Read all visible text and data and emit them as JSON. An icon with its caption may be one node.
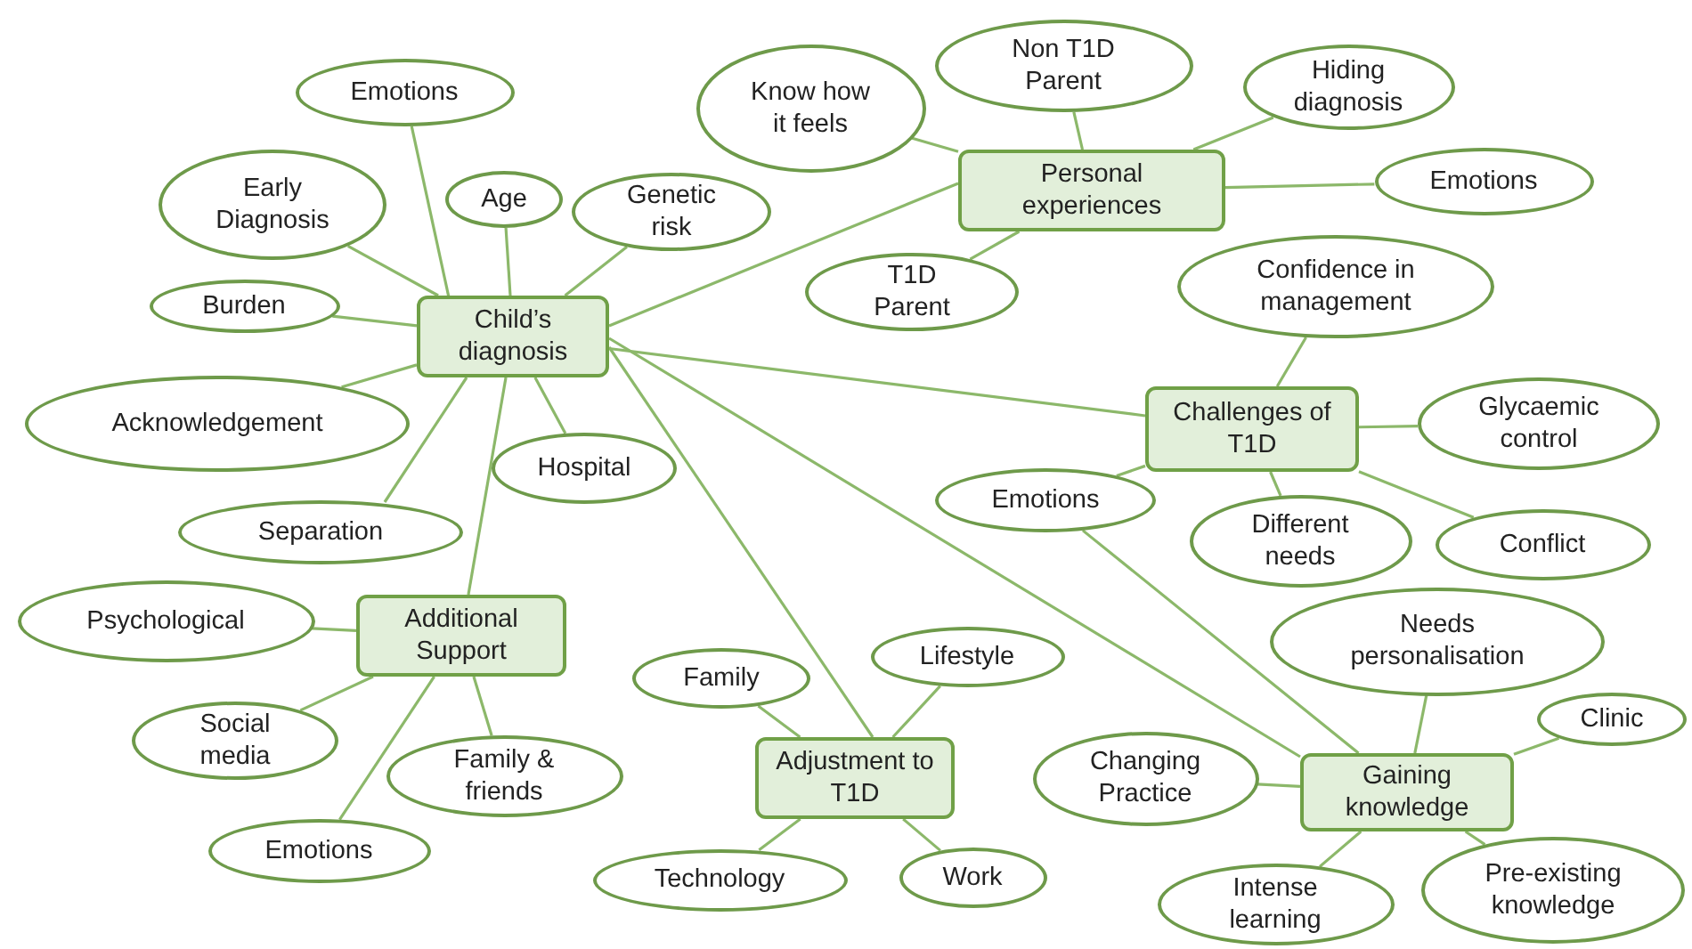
{
  "diagram": {
    "nodes": [
      {
        "text": [
          "Child’s diagnosis"
        ]
      },
      {
        "text": [
          "Emotions"
        ]
      },
      {
        "text": [
          "Early Diagnosis"
        ]
      },
      {
        "text": [
          "Age"
        ]
      },
      {
        "text": [
          "Genetic risk"
        ]
      },
      {
        "text": [
          "Burden"
        ]
      },
      {
        "text": [
          "Acknowledgement"
        ]
      },
      {
        "text": [
          "Hospital"
        ]
      },
      {
        "text": [
          "Separation"
        ]
      },
      {
        "text": [
          "Additional Support"
        ]
      },
      {
        "text": [
          "Psychological"
        ]
      },
      {
        "text": [
          "Social media"
        ]
      },
      {
        "text": [
          "Family & friends"
        ]
      },
      {
        "text": [
          "Emotions"
        ]
      },
      {
        "text": [
          "Personal experiences"
        ]
      },
      {
        "text": [
          "Know how it feels"
        ]
      },
      {
        "text": [
          "Non T1D Parent"
        ]
      },
      {
        "text": [
          "Hiding diagnosis"
        ]
      },
      {
        "text": [
          "Emotions"
        ]
      },
      {
        "text": [
          "T1D Parent"
        ]
      },
      {
        "text": [
          "Challenges of T1D"
        ]
      },
      {
        "text": [
          "Confidence in management"
        ]
      },
      {
        "text": [
          "Glycaemic control"
        ]
      },
      {
        "text": [
          "Emotions"
        ]
      },
      {
        "text": [
          "Different needs"
        ]
      },
      {
        "text": [
          "Conflict"
        ]
      },
      {
        "text": [
          "Adjustment to T1D"
        ]
      },
      {
        "text": [
          "Family"
        ]
      },
      {
        "text": [
          "Lifestyle"
        ]
      },
      {
        "text": [
          "Technology"
        ]
      },
      {
        "text": [
          "Work"
        ]
      },
      {
        "text": [
          "Gaining knowledge"
        ]
      },
      {
        "text": [
          "Needs personalisation"
        ]
      },
      {
        "text": [
          "Changing Practice"
        ]
      },
      {
        "text": [
          "Clinic"
        ]
      },
      {
        "text": [
          "Intense learning"
        ]
      },
      {
        "text": [
          "Pre-existing knowledge"
        ]
      }
    ],
    "edges": [
      {
        "from": 0,
        "to": 1,
        "arrow": "none"
      },
      {
        "from": 0,
        "to": 2,
        "arrow": "none"
      },
      {
        "from": 0,
        "to": 3,
        "arrow": "none"
      },
      {
        "from": 0,
        "to": 4,
        "arrow": "none"
      },
      {
        "from": 0,
        "to": 5,
        "arrow": "none"
      },
      {
        "from": 0,
        "to": 6,
        "arrow": "none"
      },
      {
        "from": 0,
        "to": 7,
        "arrow": "none"
      },
      {
        "from": 0,
        "to": 8,
        "arrow": "none"
      },
      {
        "from": 0,
        "to": 9,
        "arrow": "none"
      },
      {
        "from": 0,
        "to": 14,
        "arrow": "none"
      },
      {
        "from": 0,
        "to": 20,
        "arrow": "none"
      },
      {
        "from": 0,
        "to": 26,
        "arrow": "none"
      },
      {
        "from": 0,
        "to": 31,
        "arrow": "none"
      },
      {
        "from": 9,
        "to": 10,
        "arrow": "none"
      },
      {
        "from": 9,
        "to": 11,
        "arrow": "none"
      },
      {
        "from": 9,
        "to": 12,
        "arrow": "none"
      },
      {
        "from": 9,
        "to": 13,
        "arrow": "none"
      },
      {
        "from": 14,
        "to": 15,
        "arrow": "none"
      },
      {
        "from": 14,
        "to": 16,
        "arrow": "none"
      },
      {
        "from": 14,
        "to": 17,
        "arrow": "none"
      },
      {
        "from": 14,
        "to": 18,
        "arrow": "none"
      },
      {
        "from": 14,
        "to": 19,
        "arrow": "none"
      },
      {
        "from": 20,
        "to": 21,
        "arrow": "none"
      },
      {
        "from": 20,
        "to": 22,
        "arrow": "none"
      },
      {
        "from": 20,
        "to": 23,
        "arrow": "none"
      },
      {
        "from": 20,
        "to": 24,
        "arrow": "none"
      },
      {
        "from": 20,
        "to": 25,
        "arrow": "none"
      },
      {
        "from": 23,
        "to": 31,
        "arrow": "none"
      },
      {
        "from": 26,
        "to": 27,
        "arrow": "none"
      },
      {
        "from": 26,
        "to": 28,
        "arrow": "none"
      },
      {
        "from": 26,
        "to": 29,
        "arrow": "none"
      },
      {
        "from": 26,
        "to": 30,
        "arrow": "none"
      },
      {
        "from": 31,
        "to": 32,
        "arrow": "none"
      },
      {
        "from": 31,
        "to": 33,
        "arrow": "none"
      },
      {
        "from": 31,
        "to": 34,
        "arrow": "none"
      },
      {
        "from": 31,
        "to": 35,
        "arrow": "none"
      },
      {
        "from": 31,
        "to": 36,
        "arrow": "none"
      }
    ]
  }
}
